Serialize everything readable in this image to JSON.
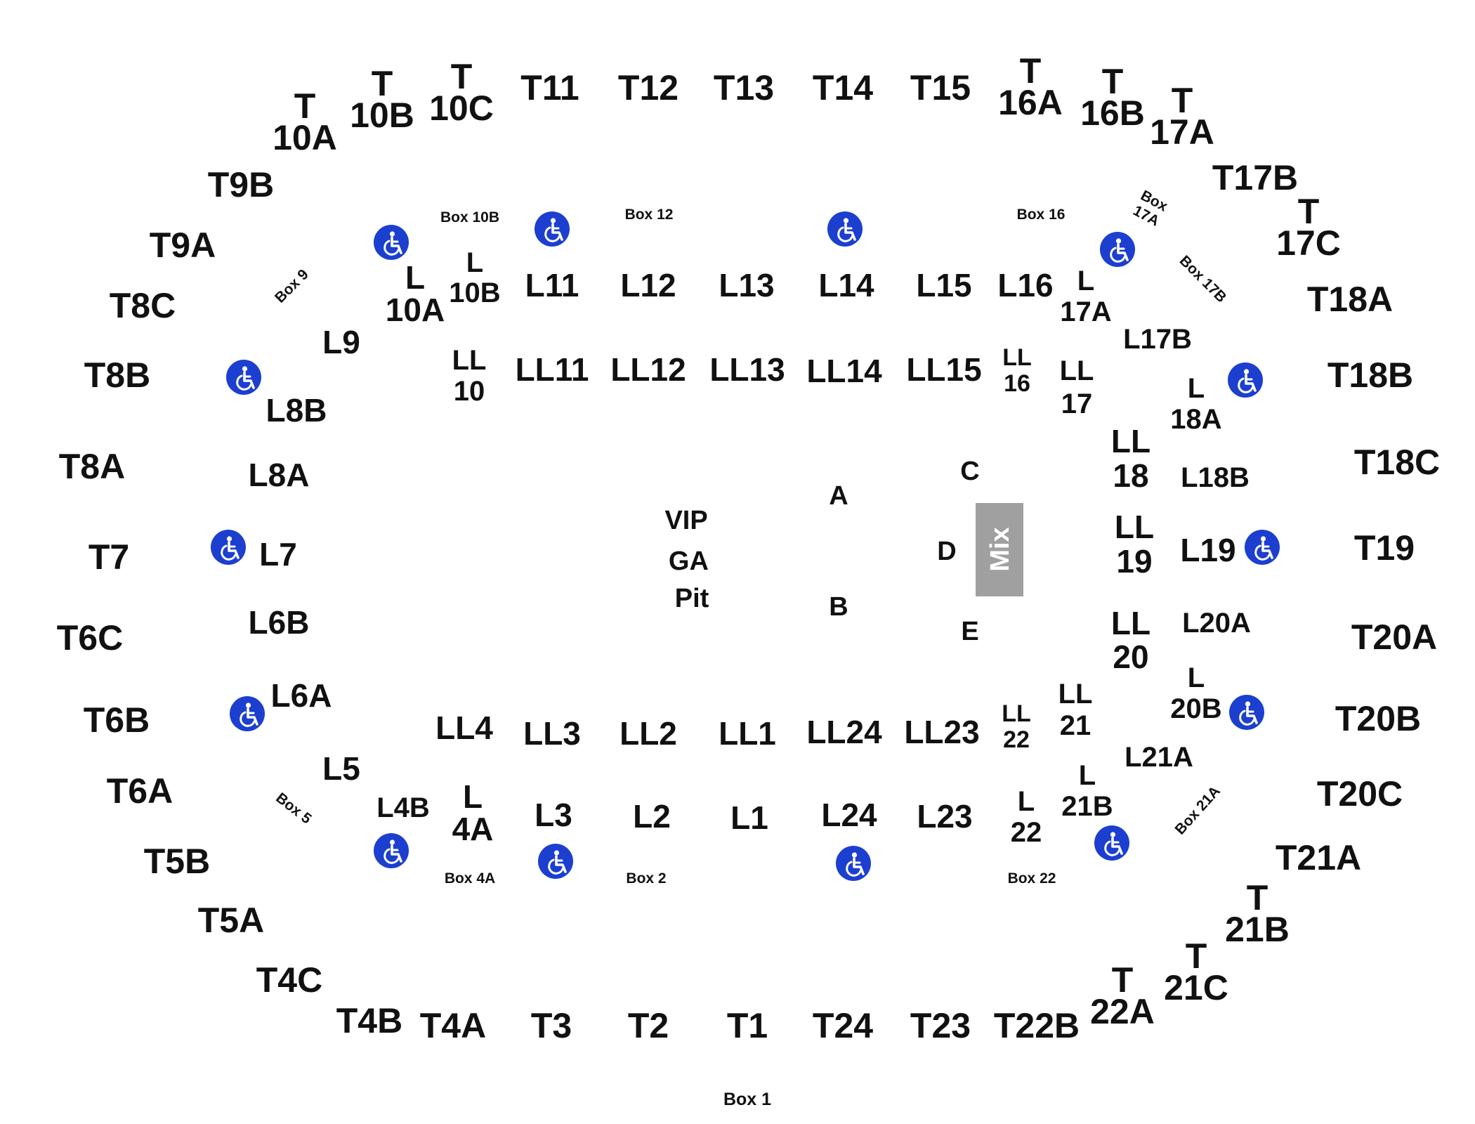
{
  "colors": {
    "text": "#111111",
    "accessible": "#1c3fcf",
    "mix": "#a0a0a0",
    "background": "#ffffff"
  },
  "icon": "wheelchair-accessible-icon",
  "floor": {
    "pit_lines": [
      "VIP",
      "GA",
      "Pit"
    ],
    "sections": [
      "A",
      "B",
      "C",
      "D",
      "E"
    ],
    "mix": "Mix"
  },
  "upper_sections": [
    [
      "T",
      "10A"
    ],
    [
      "T",
      "10B"
    ],
    [
      "T",
      "10C"
    ],
    [
      "T11"
    ],
    [
      "T12"
    ],
    [
      "T13"
    ],
    [
      "T14"
    ],
    [
      "T15"
    ],
    [
      "T",
      "16A"
    ],
    [
      "T",
      "16B"
    ],
    [
      "T",
      "17A"
    ],
    [
      "T17B"
    ],
    [
      "T",
      "17C"
    ],
    [
      "T18A"
    ],
    [
      "T18B"
    ],
    [
      "T18C"
    ],
    [
      "T19"
    ],
    [
      "T20A"
    ],
    [
      "T20B"
    ],
    [
      "T20C"
    ],
    [
      "T21A"
    ],
    [
      "T",
      "21B"
    ],
    [
      "T",
      "21C"
    ],
    [
      "T",
      "22A"
    ],
    [
      "T22B"
    ],
    [
      "T23"
    ],
    [
      "T24"
    ],
    [
      "T1"
    ],
    [
      "T2"
    ],
    [
      "T3"
    ],
    [
      "T4A"
    ],
    [
      "T4B"
    ],
    [
      "T4C"
    ],
    [
      "T5A"
    ],
    [
      "T5B"
    ],
    [
      "T6A"
    ],
    [
      "T6B"
    ],
    [
      "T6C"
    ],
    [
      "T7"
    ],
    [
      "T8A"
    ],
    [
      "T8B"
    ],
    [
      "T8C"
    ],
    [
      "T9A"
    ],
    [
      "T9B"
    ]
  ],
  "loge_sections": [
    [
      "L",
      "10A"
    ],
    [
      "L",
      "10B"
    ],
    [
      "L11"
    ],
    [
      "L12"
    ],
    [
      "L13"
    ],
    [
      "L14"
    ],
    [
      "L15"
    ],
    [
      "L16"
    ],
    [
      "L",
      "17A"
    ],
    [
      "L17B"
    ],
    [
      "L",
      "18A"
    ],
    [
      "L18B"
    ],
    [
      "L19"
    ],
    [
      "L20A"
    ],
    [
      "L",
      "20B"
    ],
    [
      "L21A"
    ],
    [
      "L",
      "21B"
    ],
    [
      "L",
      "22"
    ],
    [
      "L23"
    ],
    [
      "L24"
    ],
    [
      "L1"
    ],
    [
      "L2"
    ],
    [
      "L3"
    ],
    [
      "L",
      "4A"
    ],
    [
      "L4B"
    ],
    [
      "L5"
    ],
    [
      "L6A"
    ],
    [
      "L6B"
    ],
    [
      "L7"
    ],
    [
      "L8A"
    ],
    [
      "L8B"
    ],
    [
      "L9"
    ]
  ],
  "lower_sections": [
    [
      "LL",
      "10"
    ],
    [
      "LL11"
    ],
    [
      "LL12"
    ],
    [
      "LL13"
    ],
    [
      "LL14"
    ],
    [
      "LL15"
    ],
    [
      "LL",
      "16"
    ],
    [
      "LL",
      "17"
    ],
    [
      "LL",
      "18"
    ],
    [
      "LL",
      "19"
    ],
    [
      "LL",
      "20"
    ],
    [
      "LL",
      "21"
    ],
    [
      "LL",
      "22"
    ],
    [
      "LL23"
    ],
    [
      "LL24"
    ],
    [
      "LL1"
    ],
    [
      "LL2"
    ],
    [
      "LL3"
    ],
    [
      "LL4"
    ]
  ],
  "boxes": [
    "Box 10B",
    "Box 12",
    "Box 16",
    [
      "Box",
      "17A"
    ],
    "Box 17B",
    "Box 9",
    "Box 5",
    "Box 4A",
    "Box 2",
    "Box 22",
    "Box 21A",
    "Box 1"
  ]
}
